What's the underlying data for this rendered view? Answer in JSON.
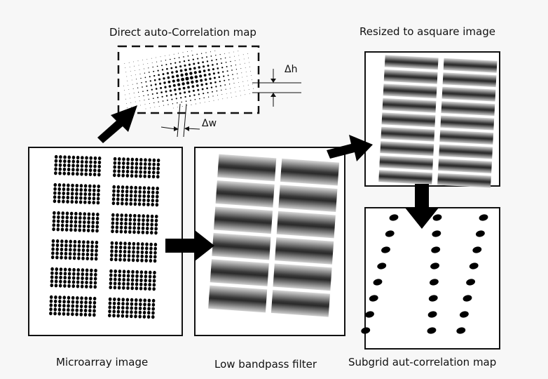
{
  "labels": {
    "autocorr_title": "Direct auto-Correlation map",
    "resized_title": "Resized to asquare image",
    "microarray_caption": "Microarray image",
    "lowpass_caption": "Low bandpass filter",
    "subgrid_caption": "Subgrid aut-correlation map",
    "delta_h": "Δh",
    "delta_w": "Δw"
  }
}
